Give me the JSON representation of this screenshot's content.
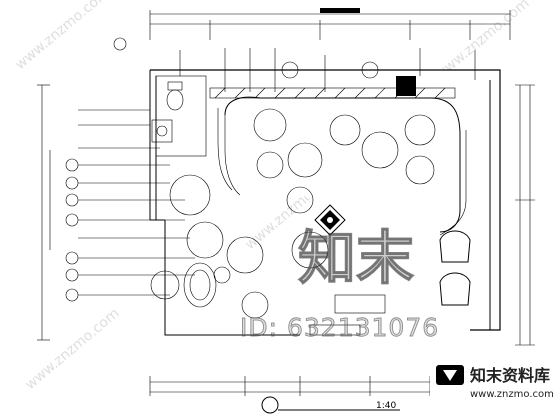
{
  "watermark": {
    "big_text": "知末",
    "id_text": "ID: 632131076",
    "diagonal_url": "www.znzmo.com"
  },
  "logo": {
    "brand": "知末资料库",
    "url": "www.znzmo.com"
  },
  "title_block": {
    "scale": "1:40"
  }
}
